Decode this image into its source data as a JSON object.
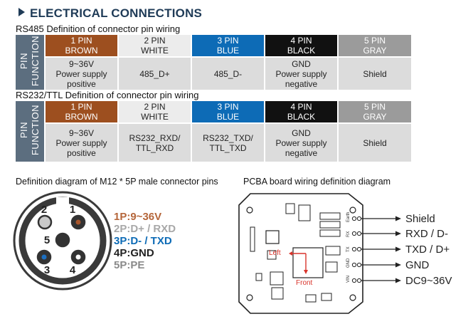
{
  "heading": "ELECTRICAL CONNECTIONS",
  "function_label": "PIN\nFUNCTION",
  "tables": [
    {
      "title": "RS485 Definition of connector pin wiring",
      "headers": [
        {
          "line1": "1 PIN",
          "line2": "BROWN",
          "color": "#9d4f1f"
        },
        {
          "line1": "2 PIN",
          "line2": "WHITE",
          "color": "#ececec"
        },
        {
          "line1": "3 PIN",
          "line2": "BLUE",
          "color": "#0d6bb6"
        },
        {
          "line1": "4 PIN",
          "line2": "BLACK",
          "color": "#111111"
        },
        {
          "line1": "5 PIN",
          "line2": "GRAY",
          "color": "#9b9b9b"
        }
      ],
      "values": [
        [
          "9~36V",
          "Power supply",
          "positive"
        ],
        [
          "485_D+"
        ],
        [
          "485_D-"
        ],
        [
          "GND",
          "Power supply",
          "negative"
        ],
        [
          "Shield"
        ]
      ]
    },
    {
      "title": "RS232/TTL Definition of connector pin wiring",
      "headers": [
        {
          "line1": "1 PIN",
          "line2": "BROWN",
          "color": "#9d4f1f"
        },
        {
          "line1": "2 PIN",
          "line2": "WHITE",
          "color": "#ececec"
        },
        {
          "line1": "3 PIN",
          "line2": "BLUE",
          "color": "#0d6bb6"
        },
        {
          "line1": "4 PIN",
          "line2": "BLACK",
          "color": "#111111"
        },
        {
          "line1": "5 PIN",
          "line2": "GRAY",
          "color": "#9b9b9b"
        }
      ],
      "values": [
        [
          "9~36V",
          "Power supply",
          "positive"
        ],
        [
          "RS232_RXD/",
          "TTL_RXD"
        ],
        [
          "RS232_TXD/",
          "TTL_TXD"
        ],
        [
          "GND",
          "Power supply",
          "negative"
        ],
        [
          "Shield"
        ]
      ]
    }
  ],
  "m12": {
    "title": "Definition diagram of M12 * 5P male connector pins",
    "pin_numbers": [
      "1",
      "2",
      "3",
      "4",
      "5"
    ],
    "pins": [
      {
        "text": "1P:9~36V",
        "color": "#b5663a"
      },
      {
        "text": "2P:D+ / RXD",
        "color": "#a8a8a8"
      },
      {
        "text": "3P:D- / TXD",
        "color": "#0d6bb6"
      },
      {
        "text": "4P:GND",
        "color": "#222222"
      },
      {
        "text": "5P:PE",
        "color": "#8a8a8a"
      }
    ]
  },
  "pcba": {
    "title": "PCBA board wiring definition diagram",
    "connectors": [
      "Shield",
      "RXD / D-",
      "TXD / D+",
      "GND",
      "DC9~36V"
    ],
    "pad_labels": [
      "Earth",
      "RX",
      "TX",
      "GND",
      "VIN"
    ],
    "left_label": "Left",
    "front_label": "Front",
    "accent": "#d9342b"
  }
}
